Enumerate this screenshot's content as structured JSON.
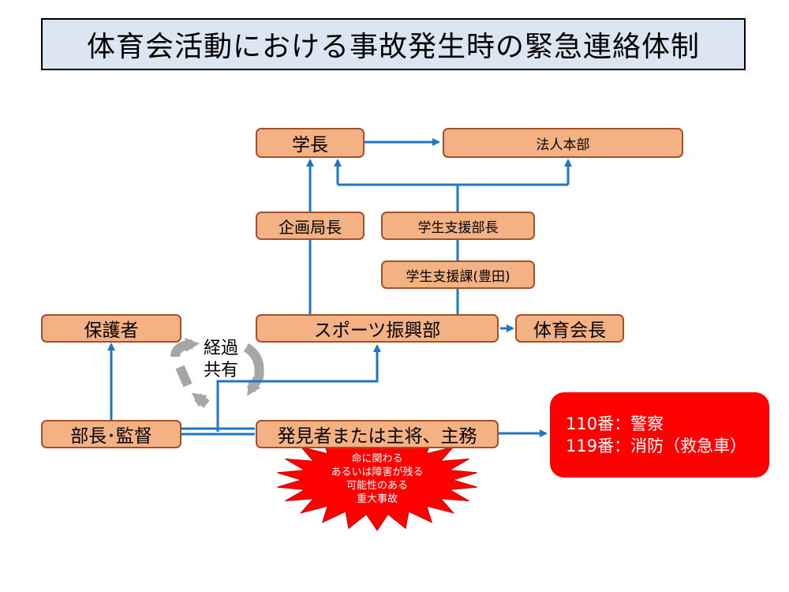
{
  "title": "体育会活動における事故発生時の緊急連絡体制",
  "nodes": {
    "president": "学長",
    "corporate_hq": "法人本部",
    "planning_director": "企画局長",
    "student_support_director": "学生支援部長",
    "student_support_section": "学生支援課(豊田)",
    "sports_promotion": "スポーツ振興部",
    "athletic_association_president": "体育会長",
    "guardians": "保護者",
    "club_head_coach": "部長･監督",
    "discoverer": "発見者または主将、主務"
  },
  "share_label": [
    "経過",
    "共有"
  ],
  "emergency_calls": [
    "110番：警察",
    "119番：消防（救急車）"
  ],
  "serious_accident_burst": [
    "命に関わる",
    "あるいは障害が残る",
    "可能性のある",
    "重大事故"
  ],
  "colors": {
    "node_fill": "#f4b183",
    "node_border": "#a0522d",
    "arrow": "#1f77c3",
    "emergency": "#ff0000",
    "title_fill": "#dce6f2",
    "cycle_arrows": "#a6a6a6"
  }
}
